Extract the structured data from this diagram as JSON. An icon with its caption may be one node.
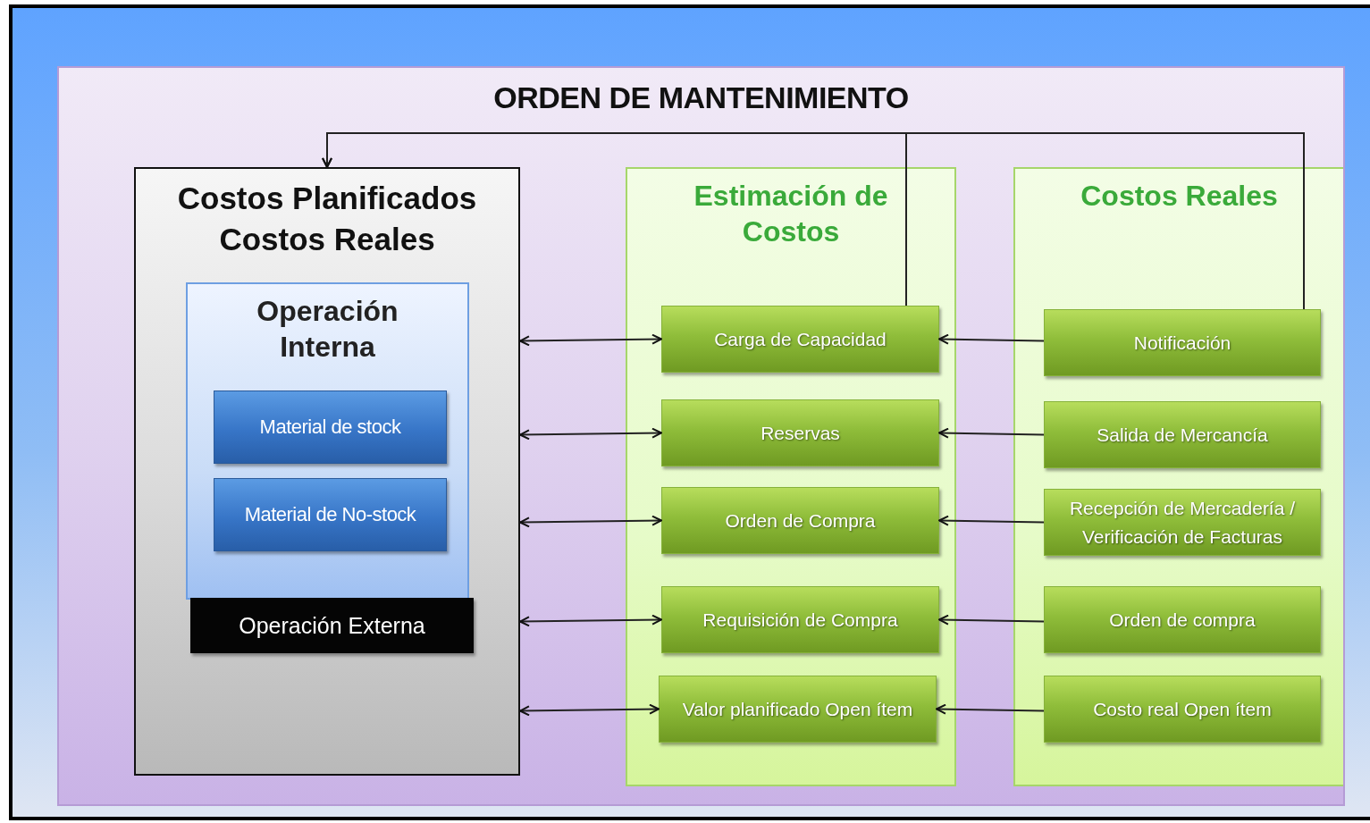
{
  "diagram": {
    "nodes": [
      {
        "text": [
          "ORDEN DE MANTENIMIENTO"
        ]
      },
      {
        "text": [
          "Costos Planificados",
          "Costos Reales"
        ],
        "in": 0
      },
      {
        "text": [
          "Operación Interna"
        ],
        "in": 1
      },
      {
        "text": [
          "Material de stock"
        ],
        "in": 2
      },
      {
        "text": [
          "Material de No-stock"
        ],
        "in": 2
      },
      {
        "text": [
          "Operación  Externa"
        ],
        "in": 1
      },
      {
        "text": [
          "Estimación de Costos"
        ],
        "in": 0
      },
      {
        "text": [
          "Carga de Capacidad"
        ],
        "in": 6
      },
      {
        "text": [
          "Reservas"
        ],
        "in": 6
      },
      {
        "text": [
          "Orden de Compra"
        ],
        "in": 6
      },
      {
        "text": [
          "Requisición de Compra"
        ],
        "in": 6
      },
      {
        "text": [
          "Valor planificado Open ítem"
        ],
        "in": 6
      },
      {
        "text": [
          "Costos  Reales"
        ],
        "in": 0
      },
      {
        "text": [
          "Notificación"
        ],
        "in": 12
      },
      {
        "text": [
          "Salida de Mercancía"
        ],
        "in": 12
      },
      {
        "text": [
          "Recepción de Mercadería / Verificación de Facturas"
        ],
        "in": 12
      },
      {
        "text": [
          "Orden de compra"
        ],
        "in": 12
      },
      {
        "text": [
          "Costo  real Open  ítem"
        ],
        "in": 12
      }
    ],
    "edges": [
      {
        "from": 7,
        "to": 1,
        "arrow": "to"
      },
      {
        "from": 13,
        "to": 1,
        "arrow": "to"
      },
      {
        "from": 1,
        "to": 7,
        "arrow": "both"
      },
      {
        "from": 1,
        "to": 8,
        "arrow": "both"
      },
      {
        "from": 1,
        "to": 9,
        "arrow": "both"
      },
      {
        "from": 1,
        "to": 10,
        "arrow": "both"
      },
      {
        "from": 1,
        "to": 11,
        "arrow": "both"
      },
      {
        "from": 13,
        "to": 7,
        "arrow": "to"
      },
      {
        "from": 14,
        "to": 8,
        "arrow": "to"
      },
      {
        "from": 15,
        "to": 9,
        "arrow": "to"
      },
      {
        "from": 16,
        "to": 10,
        "arrow": "to"
      },
      {
        "from": 17,
        "to": 11,
        "arrow": "to"
      }
    ]
  }
}
